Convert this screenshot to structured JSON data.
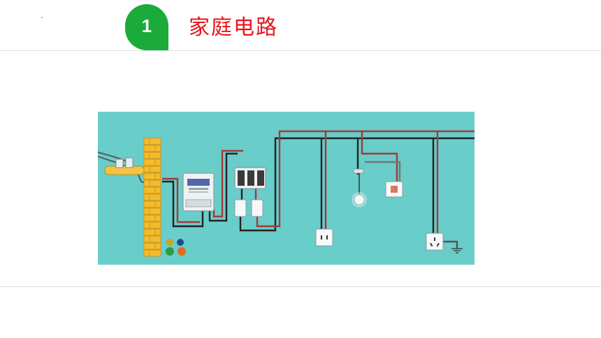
{
  "header": {
    "section_number": "1",
    "title": "家庭电路"
  },
  "colors": {
    "badge": "#1aab3a",
    "title": "#e8141c",
    "diagram_background": "#69cdca",
    "brick": "#f5bb2a",
    "wire_live": "#a33a3a",
    "wire_neutral": "#222222",
    "wire_ground": "#555555"
  },
  "diagram": {
    "components": [
      "incoming-service-line",
      "wall-brick-column",
      "electric-meter",
      "main-switch",
      "fuses",
      "socket-two-pin",
      "ceiling-lamp",
      "wall-switch",
      "socket-three-pin",
      "ground-connection"
    ]
  }
}
